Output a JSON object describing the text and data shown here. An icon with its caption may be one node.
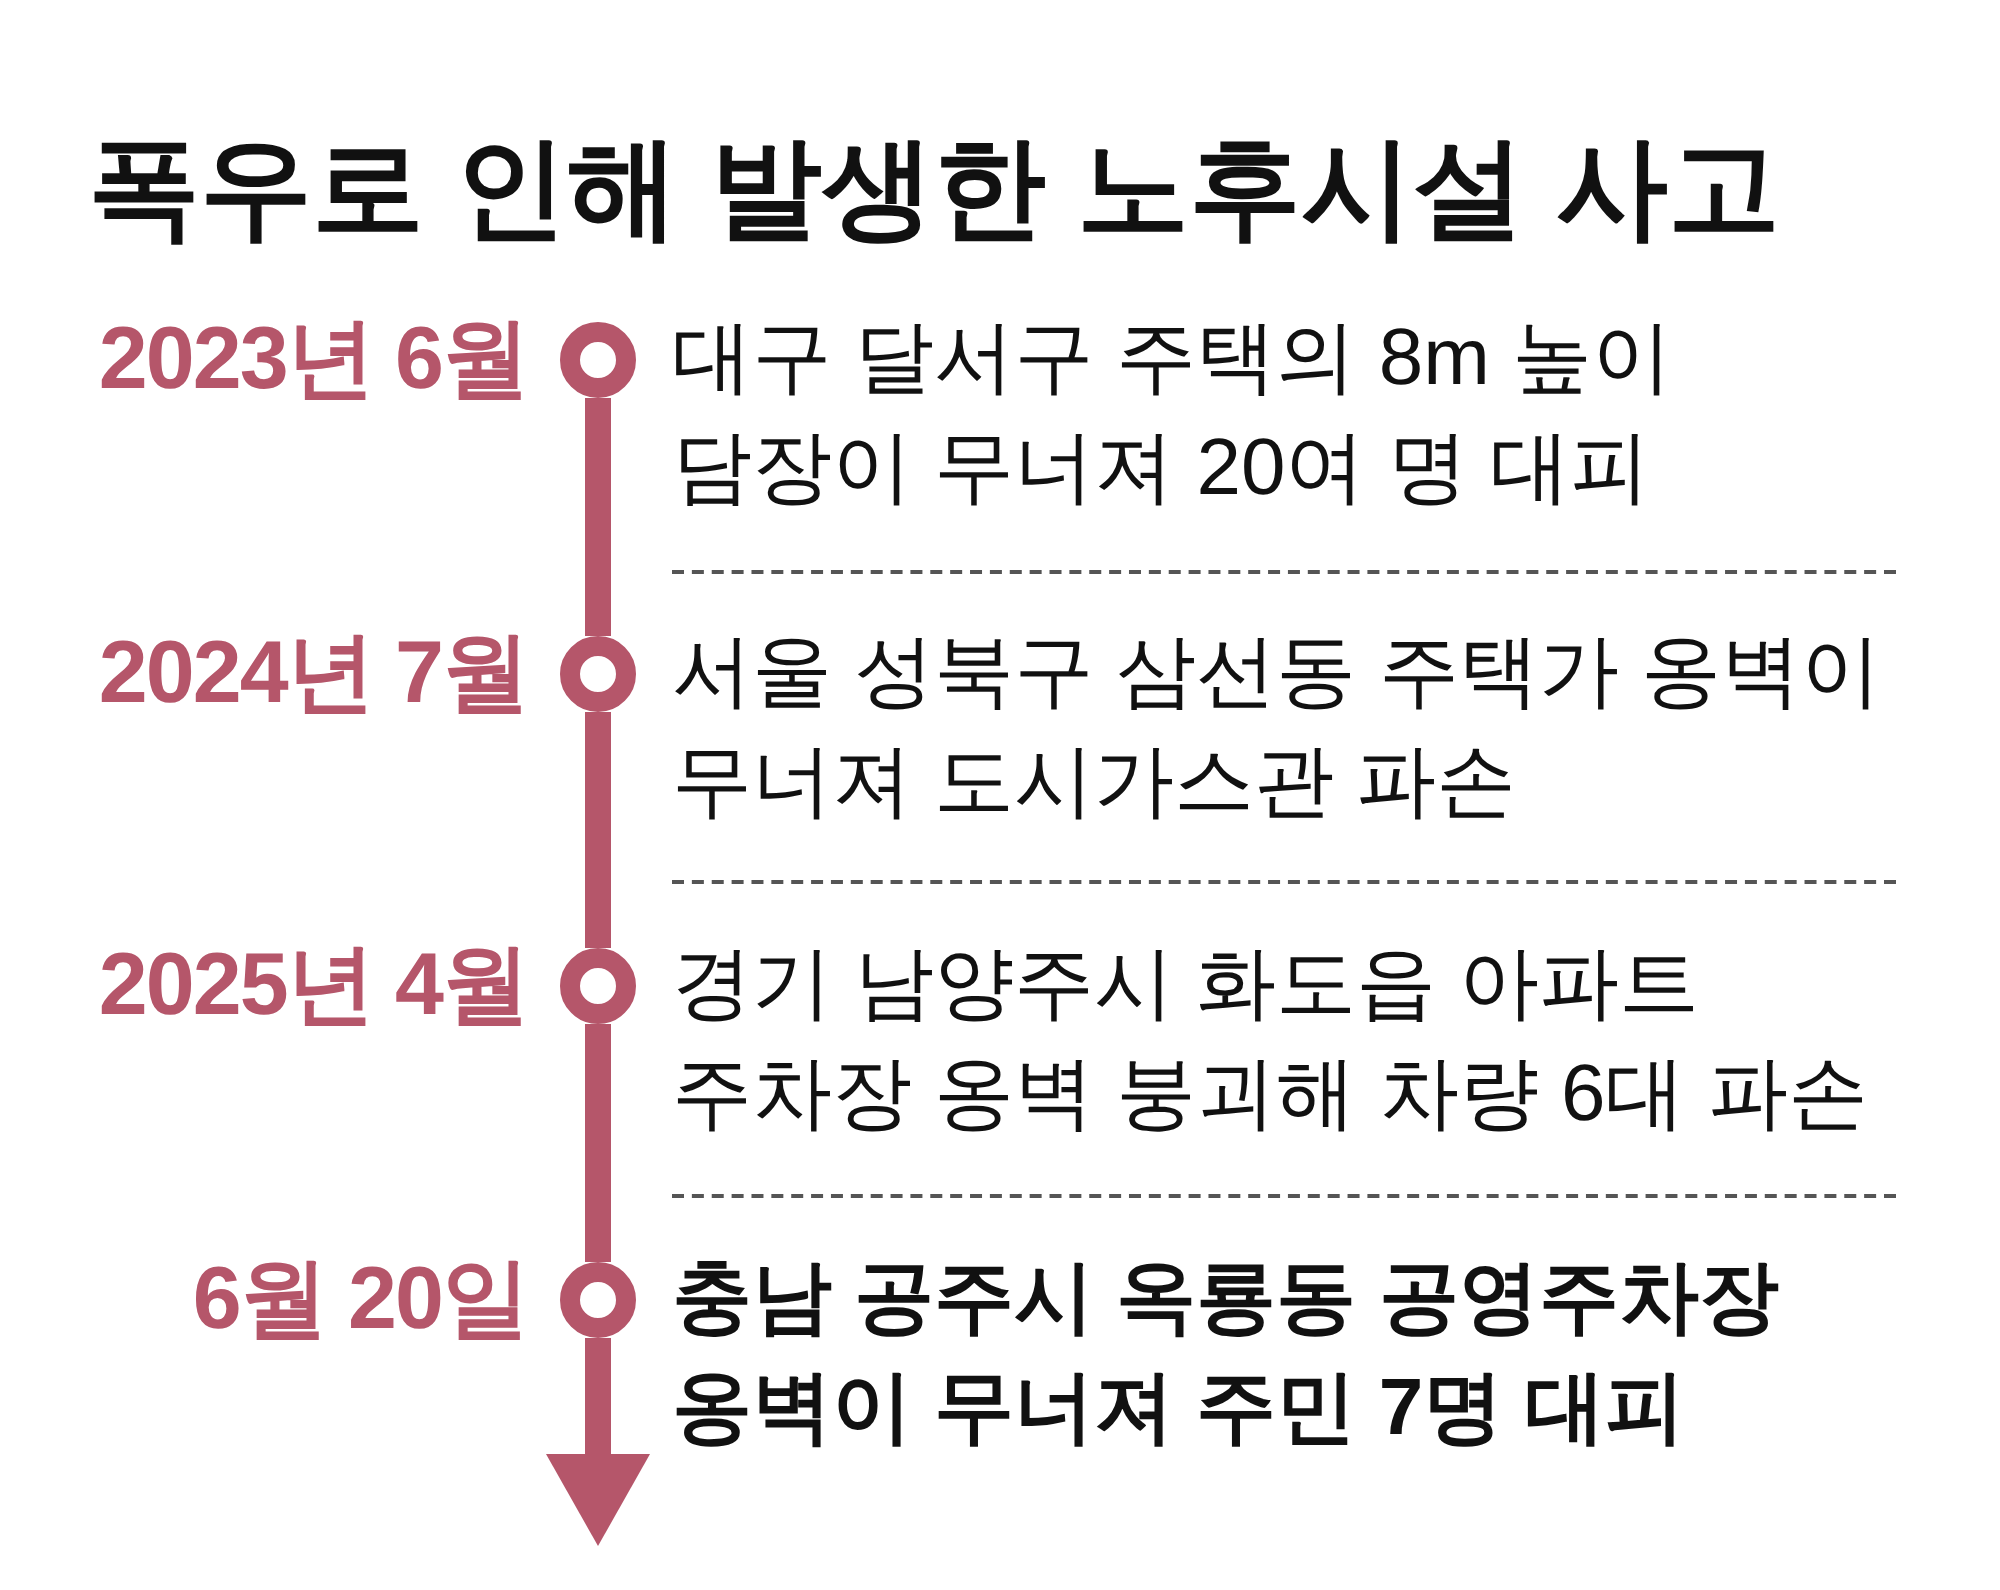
{
  "diagram": {
    "title": "폭우로 인해 발생한 노후시설 사고",
    "nodes": [
      {
        "text": [],
        "shape": "circle",
        "beside": [
          "2023년 6월",
          "대구 달서구 주택의 8m 높이 담장이 무너져 20여 명 대피"
        ]
      },
      {
        "text": [],
        "shape": "circle",
        "beside": [
          "2024년 7월",
          "서울 성북구 삼선동 주택가 옹벽이 무너져 도시가스관 파손"
        ]
      },
      {
        "text": [],
        "shape": "circle",
        "beside": [
          "2025년 4월",
          "경기 남양주시 화도읍 아파트 주차장 옹벽 붕괴해 차량 6대 파손"
        ]
      },
      {
        "text": [],
        "shape": "circle",
        "beside": [
          "6월 20일",
          "충남 공주시 옥룡동 공영주차장 옹벽이 무너져 주민 7명 대피"
        ]
      }
    ],
    "edges": [
      {
        "from": 0,
        "to": 1,
        "arrow": "none"
      },
      {
        "from": 1,
        "to": 2,
        "arrow": "none"
      },
      {
        "from": 2,
        "to": 3,
        "arrow": "none"
      },
      {
        "from": 3,
        "to": null,
        "arrow": "to"
      }
    ]
  }
}
